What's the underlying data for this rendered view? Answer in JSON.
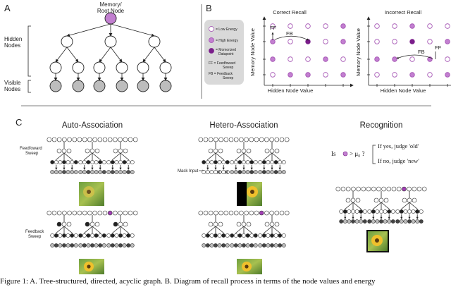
{
  "panels": {
    "a": {
      "letter": "A",
      "root_label": [
        "Memory/",
        "Root Node"
      ],
      "hidden_label": [
        "Hidden",
        "Nodes"
      ],
      "visible_label": [
        "Visible",
        "Nodes"
      ]
    },
    "b": {
      "letter": "B",
      "legend": [
        {
          "key": "low",
          "text": [
            "= Low Energy"
          ]
        },
        {
          "key": "high",
          "text": [
            "= High Energy"
          ]
        },
        {
          "key": "memorized",
          "text": [
            "= Momorized",
            "Datapoint"
          ]
        },
        {
          "key": "ff",
          "text": [
            "FF = Feedfoward",
            "Sweep"
          ]
        },
        {
          "key": "fb",
          "text": [
            "FB = Feedback",
            "Sweep"
          ]
        }
      ],
      "correct_title": "Correct Recall",
      "incorrect_title": "Incorrect Recall",
      "xlabel": "Hidden Node Value",
      "ylabel": "Memory Node Value",
      "ff": "FF",
      "fb": "FB"
    },
    "c": {
      "letter": "C",
      "auto_title": "Auto-Association",
      "hetero_title": "Hetero-Association",
      "recog_title": "Recognition",
      "feedforward_label": [
        "Feedfoward",
        "Sweep"
      ],
      "feedback_label": [
        "Feedback",
        "Sweep"
      ],
      "mask_label": "Mask Input",
      "recog_question_prefix": "Is",
      "recog_question_suffix": "> μ₀ ?",
      "recog_yes": "If yes, judge 'old'",
      "recog_no": "If no, judge 'new'"
    }
  },
  "colors": {
    "low": "#ffffff",
    "high": "#c27fd0",
    "memorized": "#7a1d8a",
    "gray": "#bdbdbd",
    "dark": "#333333",
    "purple_bright": "#a23fb5"
  },
  "caption": "Figure 1: A. Tree-structured, directed, acyclic graph. B. Diagram of recall process in terms of the node values and energy"
}
